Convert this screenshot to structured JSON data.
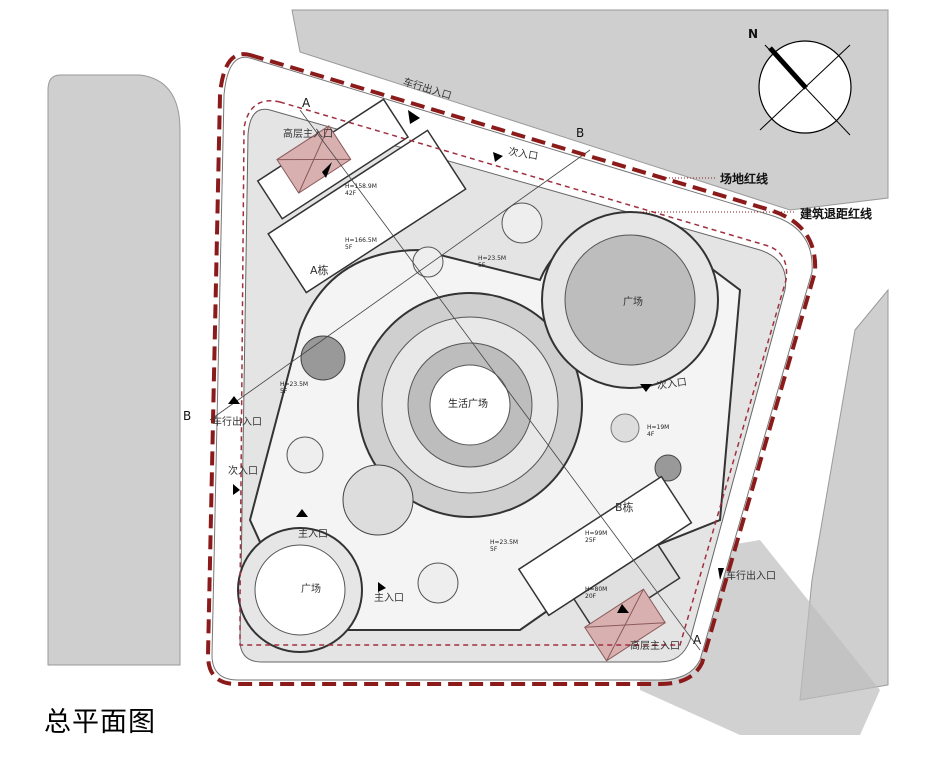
{
  "title": "总平面图",
  "legend": {
    "site_line": "场地红线",
    "setback_line": "建筑退距红线",
    "site_line_color": "#8b1a1a",
    "setback_line_color": "#a03040"
  },
  "compass": {
    "north": "N"
  },
  "section_marks": {
    "a_top": "A",
    "a_bottom": "A",
    "b_top": "B",
    "b_left": "B"
  },
  "entrances": {
    "vehicle_top": "车行出入口",
    "vehicle_left": "车行出入口",
    "vehicle_right": "车行出入口",
    "secondary_top": "次入口",
    "secondary_left": "次入口",
    "secondary_right": "次入口",
    "main_left": "主入口",
    "main_bottom": "主入口",
    "highrise_top": "高层主入口",
    "highrise_bottom": "高层主入口"
  },
  "areas": {
    "central_plaza": "生活广场",
    "plaza_right": "广场",
    "plaza_left": "广场"
  },
  "buildings": {
    "a_name": "A栋",
    "b_name": "B栋",
    "a_tower": "H=158.9M\n42F",
    "a_podium": "H=166.5M\n5F",
    "top_podium": "H=23.5M\n5F",
    "left_podium": "H=23.5M\n5F",
    "right_podium": "H=19M\n4F",
    "bottom_podium": "H=23.5M\n5F",
    "b_tower": "H=99M\n25F",
    "b_tower2": "H=80M\n20F"
  }
}
